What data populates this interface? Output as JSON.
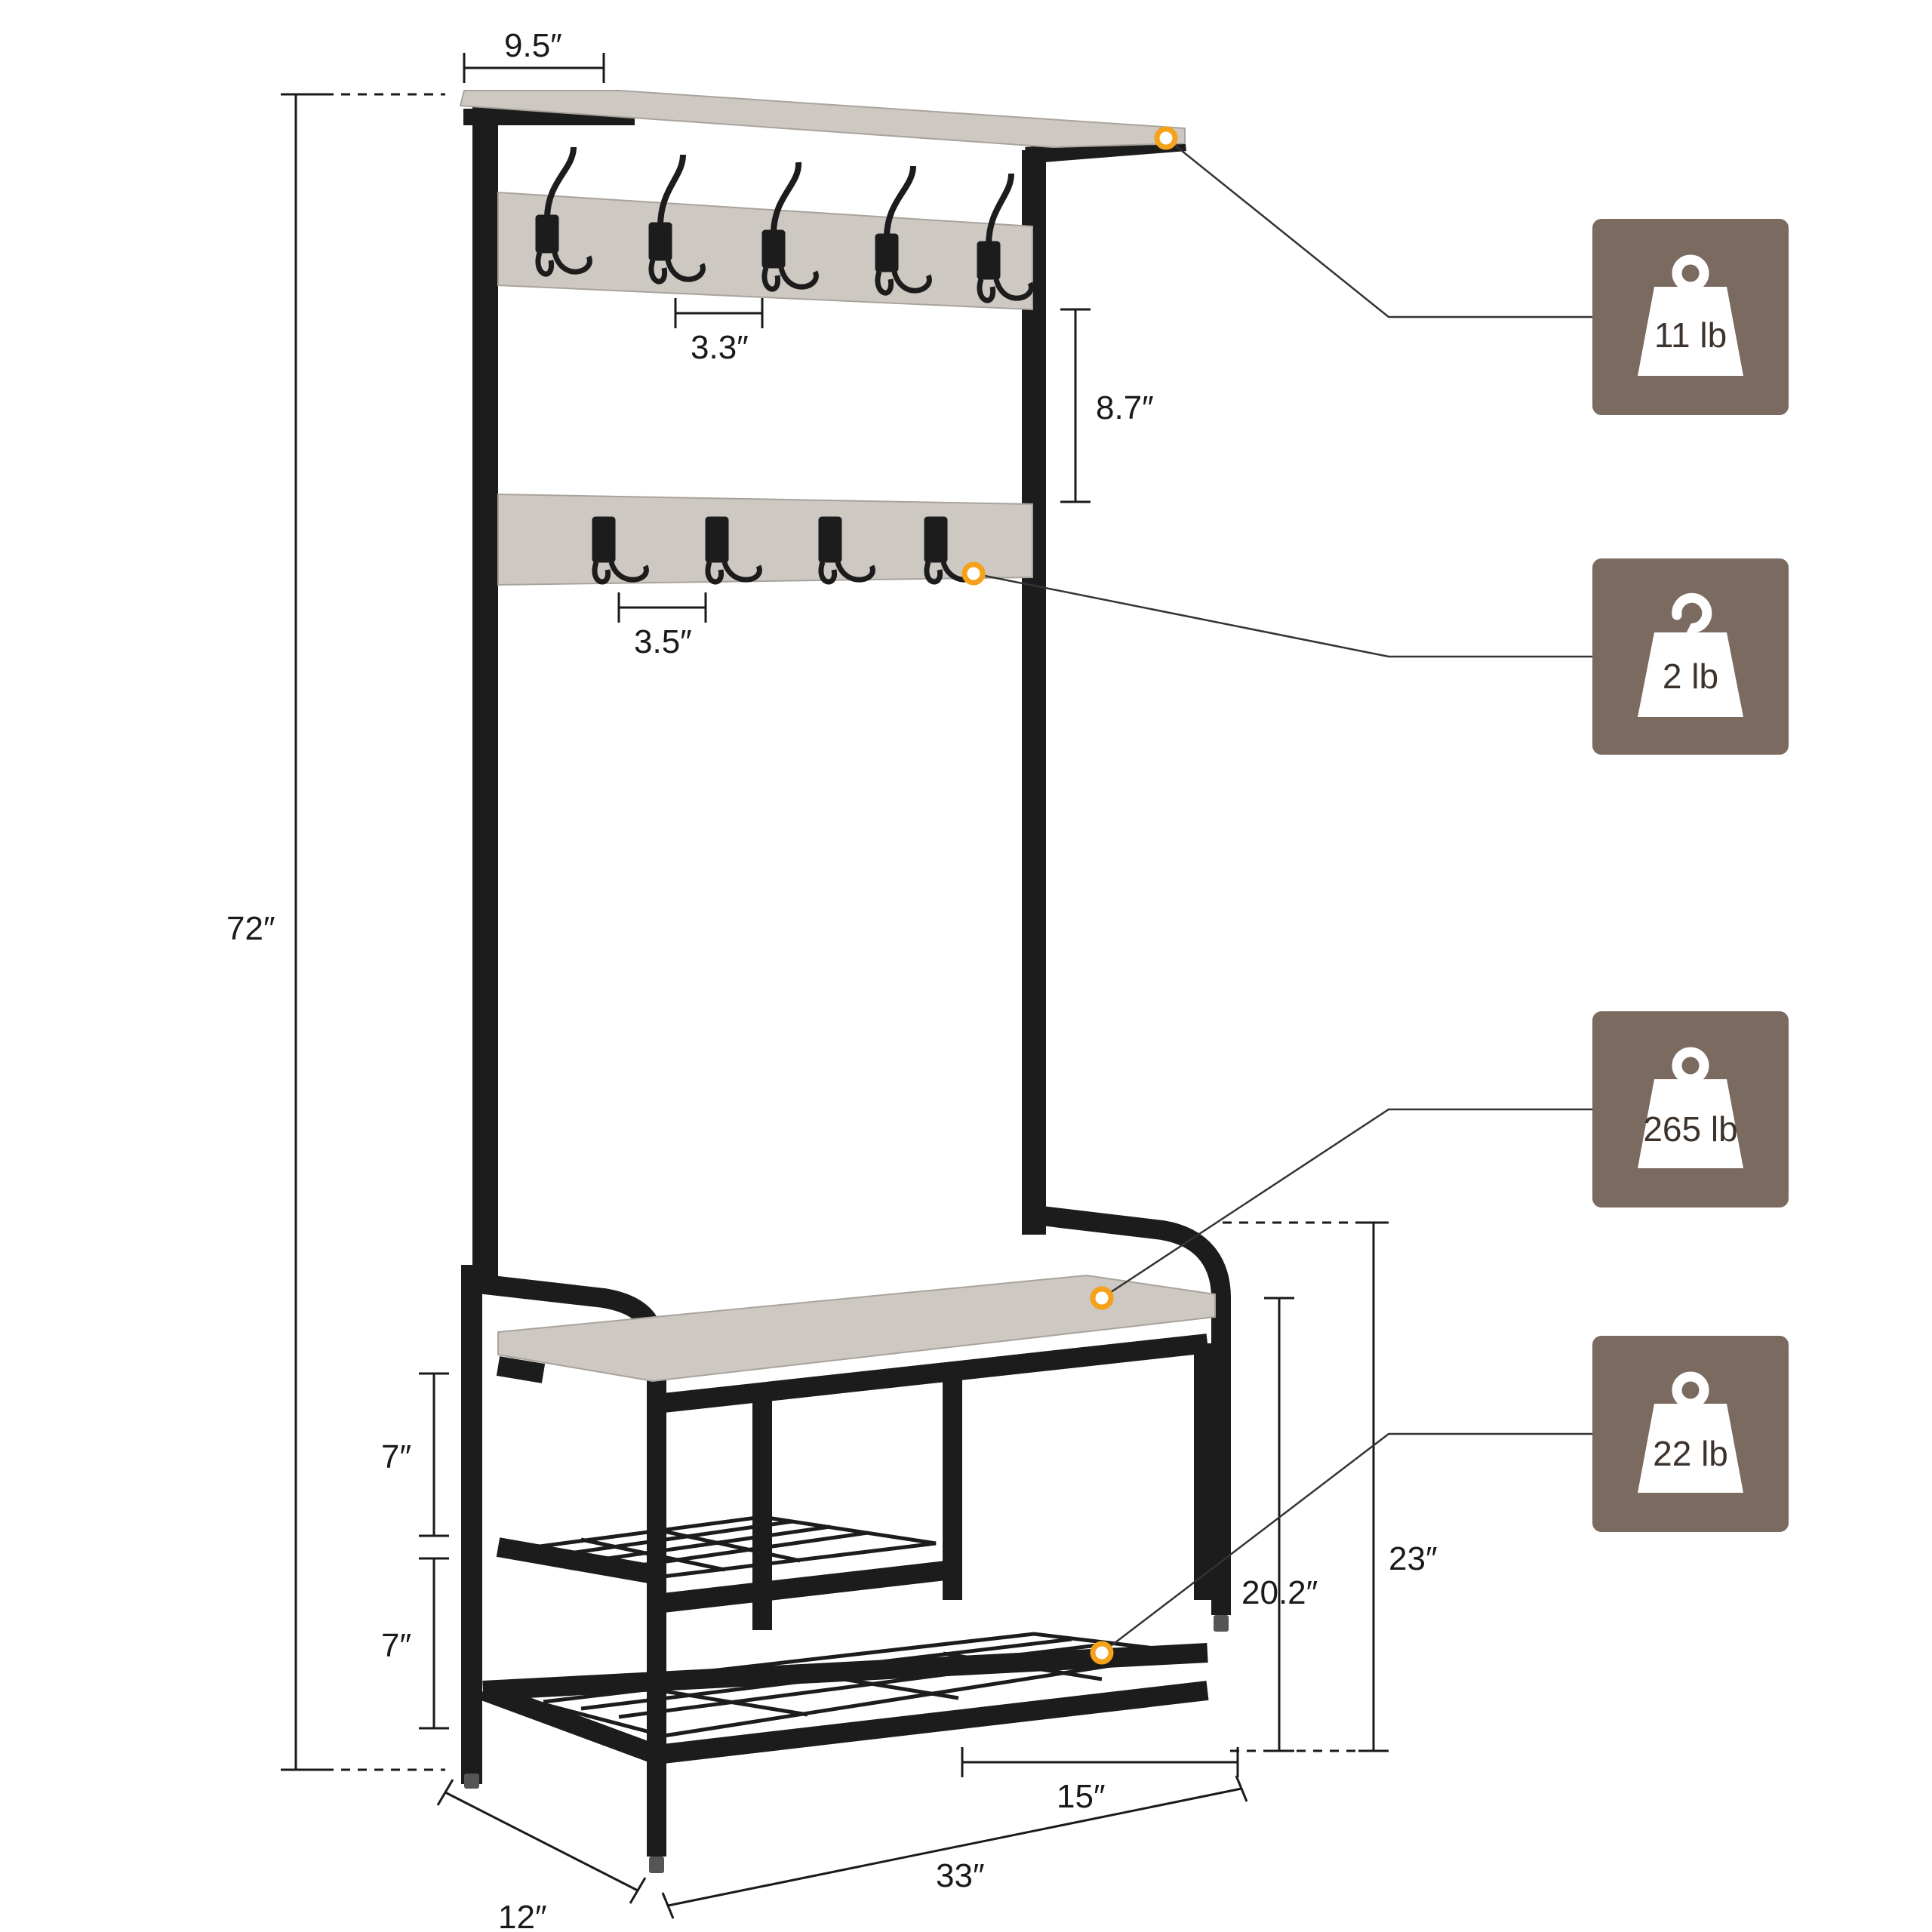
{
  "colors": {
    "frame": "#1c1c1c",
    "wood": "#cdc8c1",
    "badge": "#7a6a60",
    "badge_icon": "#ffffff",
    "callout_dot": "#f5a11a",
    "dimension_line": "#1a1a1a"
  },
  "dimensions": {
    "top_depth": "9.5″",
    "hook_spacing_top": "3.3″",
    "rail_gap": "8.7″",
    "hook_spacing_bottom": "3.5″",
    "total_height": "72″",
    "shelf_gap_upper": "7″",
    "shelf_gap_lower": "7″",
    "seat_height_inner": "20.2″",
    "seat_height_outer": "23″",
    "shoe_shelf_width": "15″",
    "total_width": "33″",
    "total_depth": "12″"
  },
  "weight_badges": [
    {
      "label": "11 lb",
      "icon": "weight-icon"
    },
    {
      "label": "2 lb",
      "icon": "hook-weight-icon"
    },
    {
      "label": "265 lb",
      "icon": "weight-icon"
    },
    {
      "label": "22 lb",
      "icon": "weight-icon"
    }
  ]
}
